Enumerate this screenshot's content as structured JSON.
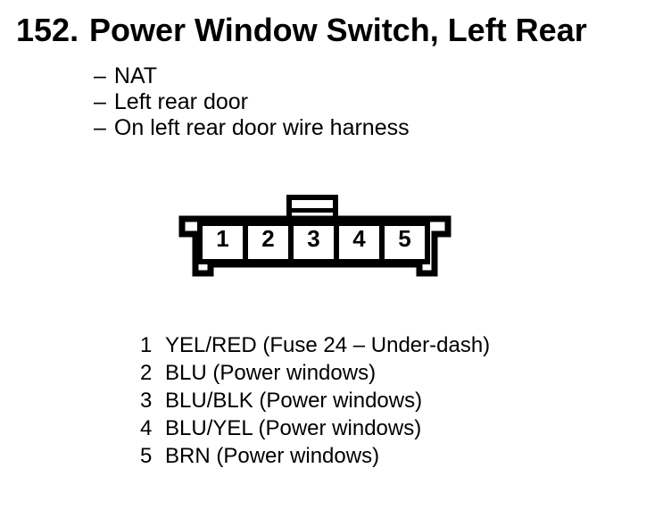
{
  "page": {
    "background": "#ffffff",
    "ink": "#000000"
  },
  "heading": {
    "index": "152.",
    "title": "Power Window Switch, Left Rear"
  },
  "notes": [
    {
      "dash": "–",
      "text": "NAT"
    },
    {
      "dash": "–",
      "text": "Left rear door"
    },
    {
      "dash": "–",
      "text": "On left rear door wire harness"
    }
  ],
  "connector": {
    "pins": [
      "1",
      "2",
      "3",
      "4",
      "5"
    ]
  },
  "pinout": [
    {
      "pin": "1",
      "label": "YEL/RED (Fuse 24 – Under-dash)"
    },
    {
      "pin": "2",
      "label": "BLU (Power windows)"
    },
    {
      "pin": "3",
      "label": "BLU/BLK (Power windows)"
    },
    {
      "pin": "4",
      "label": "BLU/YEL (Power windows)"
    },
    {
      "pin": "5",
      "label": "BRN (Power windows)"
    }
  ]
}
